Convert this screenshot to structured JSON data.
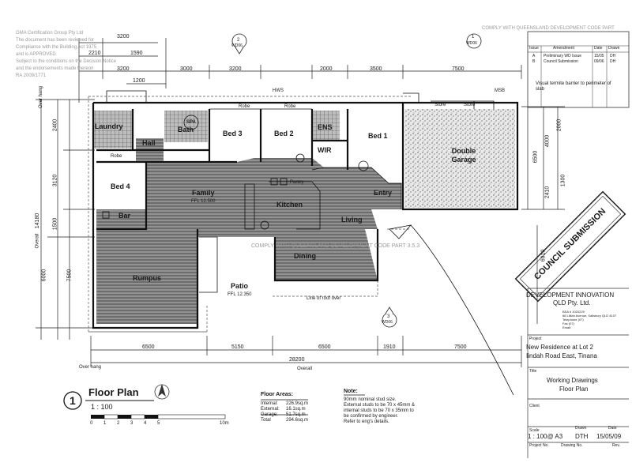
{
  "watermark": {
    "lines": [
      "GMA Certification Group Pty Ltd",
      "The document has been reviewed for",
      "Compliance with the Building Act 1975",
      "and is APPROVED",
      "Subject to the conditions on the Decision Notice",
      "and the endorsements made thereon",
      "RA 2009/1771"
    ],
    "top_right": "COMPLY WITH QUEENSLAND DEVELOPMENT CODE PART",
    "mid": "COMPLY WITH QUEENSLAND DEVELOPMENT CODE PART 3.5.3"
  },
  "section_markers": [
    {
      "num": "2",
      "ref": "WD06"
    },
    {
      "num": "1",
      "ref": "WD06"
    },
    {
      "num": "3",
      "ref": "WD06"
    }
  ],
  "rooms": {
    "laundry": "Laundry",
    "bath": "Bath",
    "spa": "SPA",
    "bed3": "Bed 3",
    "bed2": "Bed 2",
    "ens": "ENS",
    "wir": "WIR",
    "bed1": "Bed 1",
    "double_garage": "Double Garage",
    "hall": "Hall",
    "robe": "Robe",
    "bed4": "Bed 4",
    "family": "Family",
    "kitchen": "Kitchen",
    "pantry": "Pantry",
    "entry": "Entry",
    "living": "Living",
    "bar": "Bar",
    "dining": "Dining",
    "rumpus": "Rumpus",
    "patio": "Patio",
    "patio_ffl": "FFL 12.350",
    "family_ffl": "FFL 12.500",
    "hws": "HWS",
    "msb": "MSB",
    "store": "Store",
    "line_of_roof": "Line of roof over",
    "termite_note": "Visual termite barrier to perimeter of slab"
  },
  "dimensions": {
    "top": [
      "3200",
      "2210",
      "1590",
      "3200",
      "1200",
      "3000",
      "3200",
      "2000",
      "3500",
      "7500"
    ],
    "bottom": [
      "6500",
      "5150",
      "6500",
      "1910",
      "7500"
    ],
    "overall_width": "28200",
    "overall_height": "14180",
    "left": [
      "2400",
      "3120",
      "1500",
      "6000",
      "7500"
    ],
    "right": [
      "6500",
      "2000",
      "4000",
      "2410",
      "1300",
      "6910"
    ],
    "overhang": "Over hang",
    "overall": "Overall"
  },
  "revisions": {
    "headers": [
      "Issue",
      "Amendment",
      "Date",
      "Drawn"
    ],
    "rows": [
      [
        "A",
        "Preliminary WD Issue",
        "15/05",
        "DH"
      ],
      [
        "B",
        "Council Submission",
        "09/06",
        "DH"
      ]
    ]
  },
  "stamp": "COUNCIL SUBMISSION",
  "company": {
    "name": "DEVELOPMENT INNOVATION",
    "suffix": "QLD Pty. Ltd.",
    "small": [
      "BSA # 1020229",
      "66 Lillian Avenue, Salisbury QLD 4107",
      "Telephone (07)",
      "Fax (07)",
      "Email:"
    ]
  },
  "project": {
    "label": "Project",
    "line1": "New Residence at Lot 2",
    "line2": "Iindah Road East, Tinana"
  },
  "title_block": {
    "title_label": "Title",
    "title1": "Working Drawings",
    "title2": "Floor Plan",
    "client_label": "Client",
    "scale_label": "Scale",
    "drawn_label": "Drawn",
    "date_label": "Date",
    "scale": "1 : 100@ A3",
    "drawn": "DTH",
    "date": "15/05/09",
    "project_no": "Project No.",
    "drawing_no": "Drawing No.",
    "rev": "Rev."
  },
  "legend": {
    "number": "1",
    "title": "Floor Plan",
    "scale": "1 : 100",
    "scale_ticks": [
      "0",
      "1",
      "2",
      "3",
      "4",
      "5",
      "10m"
    ]
  },
  "floor_areas": {
    "heading": "Floor Areas:",
    "rows": [
      [
        "Internal:",
        "226.9sq.m"
      ],
      [
        "External:",
        "16.1sq.m"
      ],
      [
        "Garage:",
        "51.7sq.m"
      ],
      [
        "Total",
        "294.6sq.m"
      ]
    ]
  },
  "note": {
    "heading": "Note:",
    "lines": [
      "90mm nominal stud size.",
      "External studs to be 70 x 45mm &",
      "internal studs to be 70 x 35mm to",
      "be confirmed by engineer.",
      "Refer to eng's details."
    ]
  }
}
